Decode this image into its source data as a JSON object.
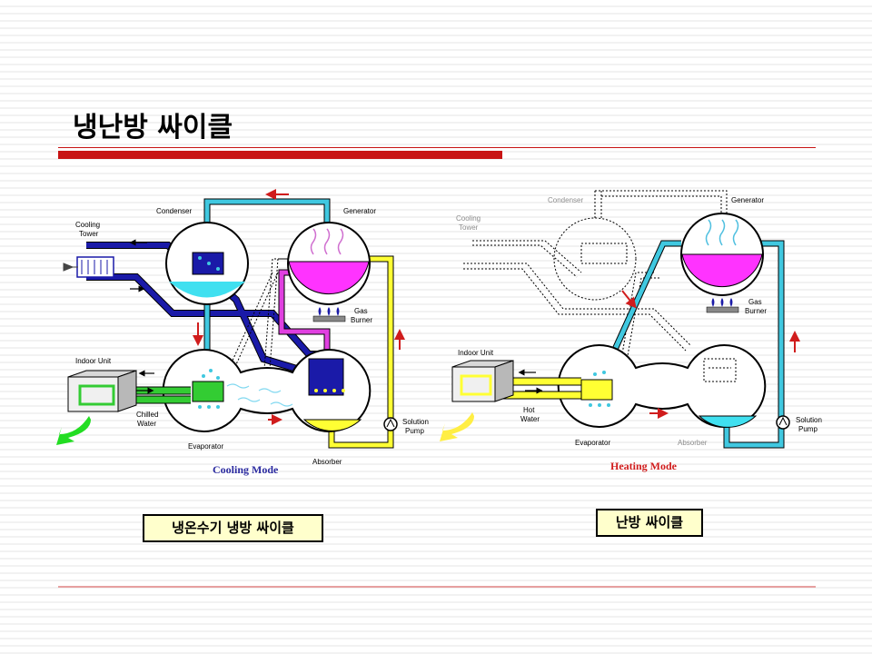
{
  "slide": {
    "title": "냉난방 싸이클"
  },
  "cooling": {
    "labels": {
      "condenser": "Condenser",
      "generator": "Generator",
      "cooling_tower_1": "Cooling",
      "cooling_tower_2": "Tower",
      "gas_burner_1": "Gas",
      "gas_burner_2": "Burner",
      "indoor_unit": "Indoor Unit",
      "chilled_water_1": "Chilled",
      "chilled_water_2": "Water",
      "evaporator": "Evaporator",
      "absorber": "Absorber",
      "solution_pump_1": "Solution",
      "solution_pump_2": "Pump"
    },
    "mode": "Cooling Mode",
    "caption": "냉온수기 냉방 싸이클"
  },
  "heating": {
    "labels": {
      "condenser": "Condenser",
      "generator": "Generator",
      "cooling_tower_1": "Cooling",
      "cooling_tower_2": "Tower",
      "gas_burner_1": "Gas",
      "gas_burner_2": "Burner",
      "indoor_unit": "Indoor Unit",
      "hot_water_1": "Hot",
      "hot_water_2": "Water",
      "evaporator": "Evaporator",
      "absorber": "Absorber",
      "solution_pump_1": "Solution",
      "solution_pump_2": "Pump"
    },
    "mode": "Heating Mode",
    "caption": "난방 싸이클"
  },
  "colors": {
    "accent_red": "#c81414",
    "pipe_blue": "#1a1aa8",
    "pipe_cyan": "#40c8e0",
    "pipe_yellow": "#ffff33",
    "pipe_magenta": "#e040e0",
    "pipe_green": "#33cc33",
    "caption_bg": "#ffffcc"
  }
}
